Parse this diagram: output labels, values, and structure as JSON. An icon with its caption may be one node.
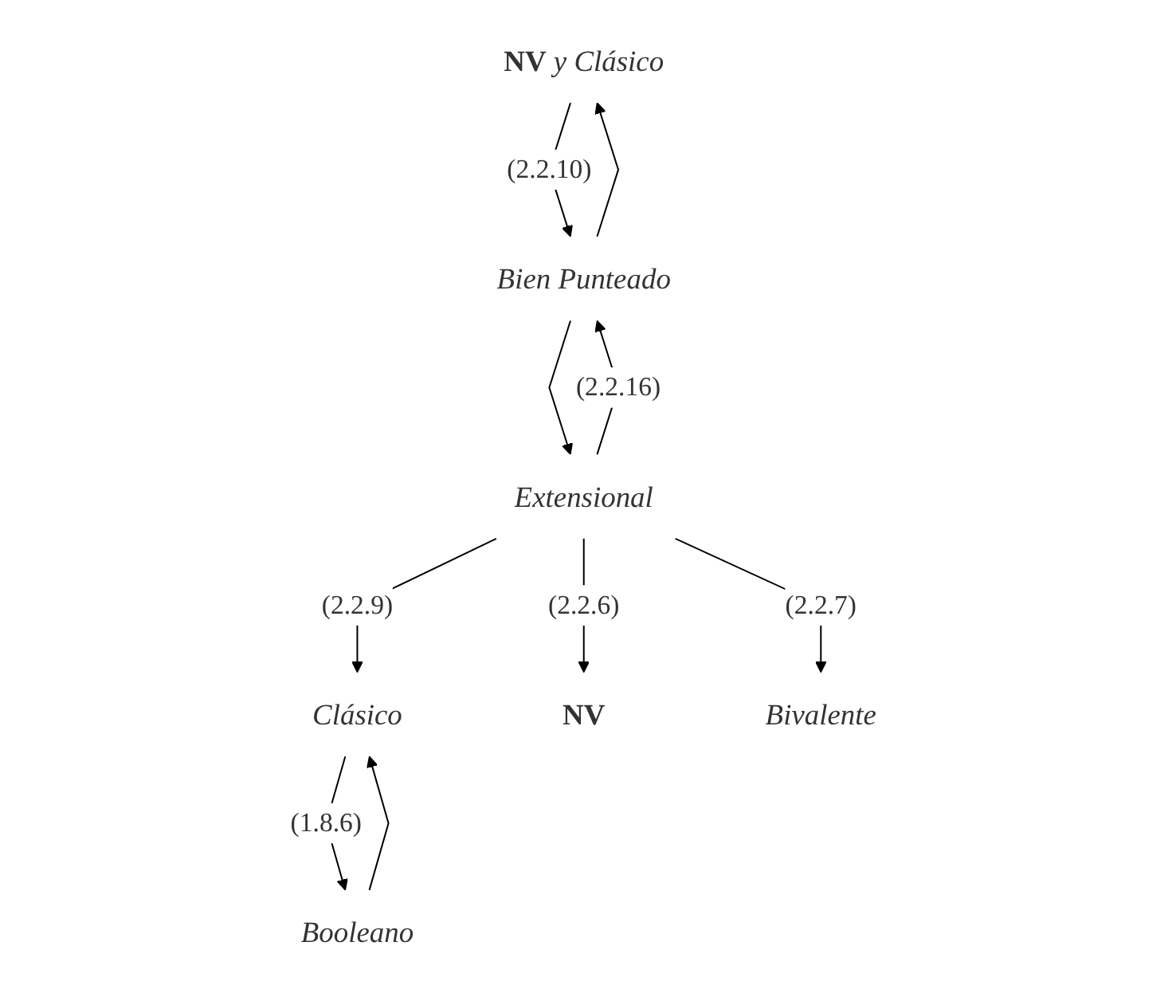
{
  "diagram": {
    "nodes": [
      {
        "text": [
          "**NV** y Clásico"
        ]
      },
      {
        "text": [
          "Bien Punteado"
        ]
      },
      {
        "text": [
          "Extensional"
        ]
      },
      {
        "text": [
          "Clásico"
        ]
      },
      {
        "text": [
          "NV"
        ]
      },
      {
        "text": [
          "Bivalente"
        ]
      },
      {
        "text": [
          "Booleano"
        ]
      }
    ],
    "edges": [
      {
        "from": 0,
        "to": 1,
        "arrow": "to",
        "label": "(2.2.10)"
      },
      {
        "from": 1,
        "to": 0,
        "arrow": "to"
      },
      {
        "from": 1,
        "to": 2,
        "arrow": "to"
      },
      {
        "from": 2,
        "to": 1,
        "arrow": "to",
        "label": "(2.2.16)"
      },
      {
        "from": 2,
        "to": 3,
        "arrow": "to",
        "label": "(2.2.9)"
      },
      {
        "from": 2,
        "to": 4,
        "arrow": "to",
        "label": "(2.2.6)"
      },
      {
        "from": 2,
        "to": 5,
        "arrow": "to",
        "label": "(2.2.7)"
      },
      {
        "from": 3,
        "to": 6,
        "arrow": "to",
        "label": "(1.8.6)"
      },
      {
        "from": 6,
        "to": 3,
        "arrow": "to"
      }
    ]
  }
}
